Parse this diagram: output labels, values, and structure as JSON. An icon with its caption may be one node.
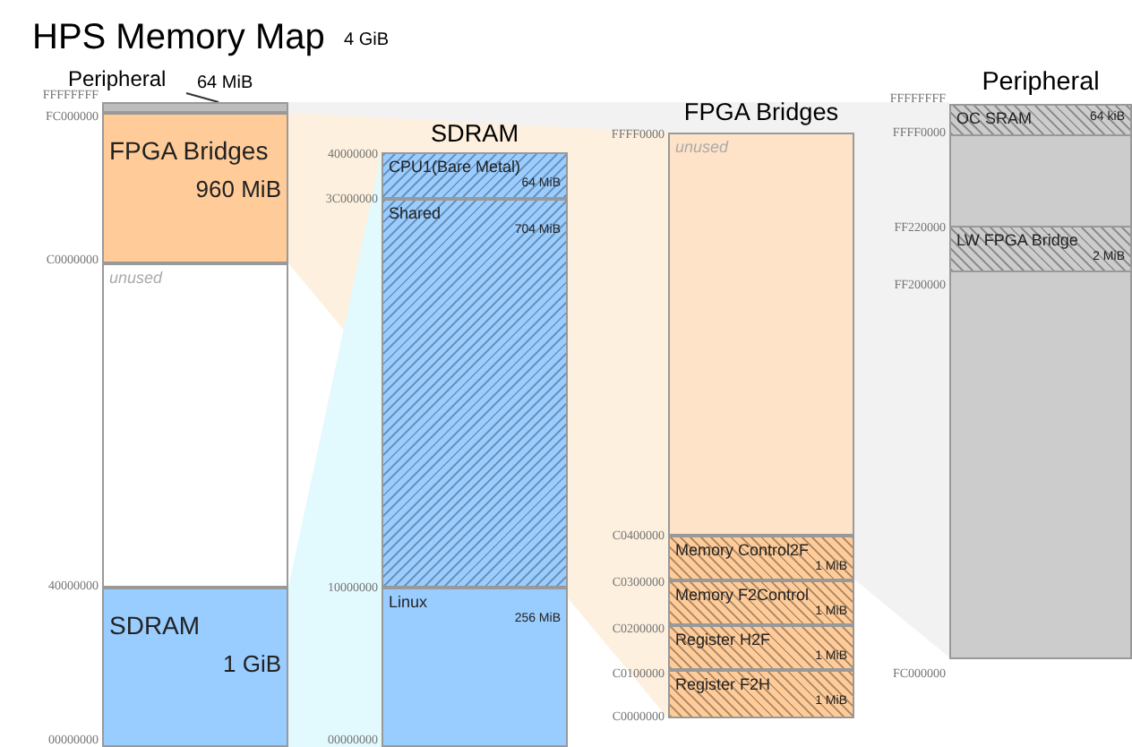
{
  "diagram": {
    "title": "HPS Memory Map",
    "nodes": [
      {
        "text": [
          "Peripheral",
          "64 MiB"
        ]
      },
      {
        "text": [],
        "shape": "bar"
      },
      {
        "text": [
          "FPGA Bridges",
          "960 MiB"
        ]
      },
      {
        "text": [
          "unused"
        ]
      },
      {
        "text": [
          "SDRAM",
          "1 GiB"
        ]
      },
      {
        "text": [
          "SDRAM"
        ]
      },
      {
        "text": [
          "CPU1(Bare Metal)",
          "64 MiB"
        ],
        "in": 5
      },
      {
        "text": [
          "Shared",
          "704 MiB"
        ],
        "in": 5
      },
      {
        "text": [
          "Linux",
          "256 MiB"
        ],
        "in": 5
      },
      {
        "text": [
          "FPGA Bridges"
        ]
      },
      {
        "text": [
          "unused"
        ],
        "in": 9
      },
      {
        "text": [
          "Memory Control2F",
          "1 MiB"
        ],
        "in": 9
      },
      {
        "text": [
          "Memory F2Control",
          "1 MiB"
        ],
        "in": 9
      },
      {
        "text": [
          "Register H2F",
          "1 MiB"
        ],
        "in": 9
      },
      {
        "text": [
          "Register F2H",
          "1 MiB"
        ],
        "in": 9
      },
      {
        "text": [
          "Peripheral"
        ]
      },
      {
        "text": [
          "OC SRAM",
          "64 kiB"
        ],
        "in": 15
      },
      {
        "text": [
          "LW FPGA Bridge",
          "2 MiB"
        ],
        "in": 15
      }
    ],
    "edges": [
      {
        "from": 0,
        "to": 1,
        "arrow": "none"
      }
    ],
    "labels": [
      "4 GiB",
      "FFFFFFFF",
      "FC000000",
      "C0000000",
      "40000000",
      "00000000",
      "40000000",
      "3C000000",
      "10000000",
      "00000000",
      "FFFF0000",
      "C0400000",
      "C0300000",
      "C0200000",
      "C0100000",
      "C0000000",
      "FFFFFFFF",
      "FFFF0000",
      "FF220000",
      "FF200000",
      "FC000000"
    ]
  }
}
